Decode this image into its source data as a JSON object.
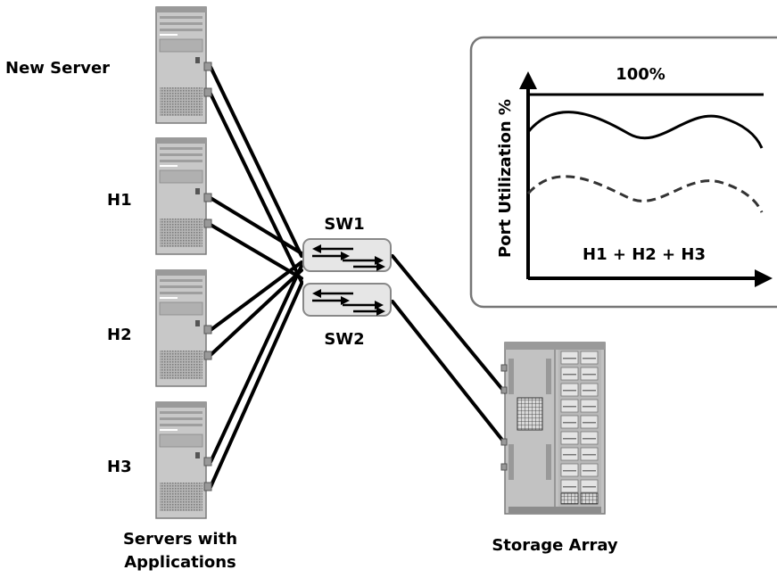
{
  "servers": [
    {
      "label": "New Server"
    },
    {
      "label": "H1"
    },
    {
      "label": "H2"
    },
    {
      "label": "H3"
    }
  ],
  "servers_caption": [
    "Servers with",
    "Applications"
  ],
  "switches": [
    "SW1",
    "SW2"
  ],
  "storage_label": "Storage Array",
  "inset": {
    "y_axis_label": "Port Utilization %",
    "limit_label": "100%",
    "sum_label": "H1 + H2 + H3"
  },
  "colors": {
    "server_body": "#c4c4c4",
    "server_dark": "#8a8a8a",
    "link": "#000000",
    "panel_border": "#777777"
  }
}
